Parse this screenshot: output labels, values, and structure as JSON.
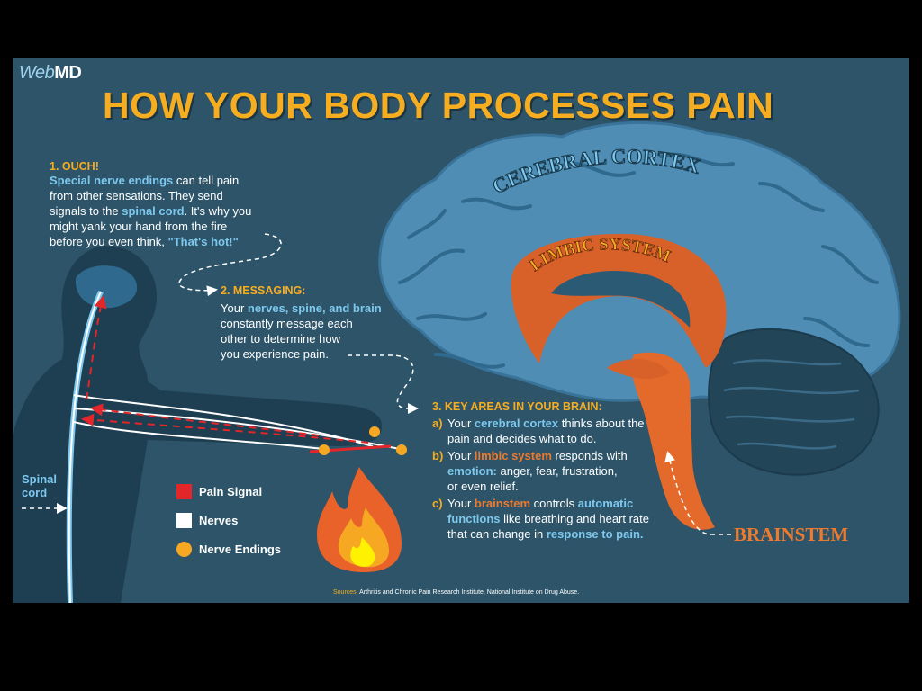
{
  "brand": {
    "logo_web": "Web",
    "logo_md": "MD"
  },
  "title": "HOW YOUR BODY PROCESSES PAIN",
  "diagram_labels": {
    "cerebral_cortex": "CEREBRAL CORTEX",
    "limbic_system": "LIMBIC SYSTEM",
    "brainstem": "BRAINSTEM",
    "spinal_cord": "Spinal cord"
  },
  "step1": {
    "heading": "1. OUCH!",
    "line1_hl": "Special nerve endings",
    "line1_rest": " can tell pain",
    "line2": "from other sensations. They send",
    "line3_pre": "signals to the ",
    "line3_hl": "spinal cord",
    "line3_post": ". It's why you",
    "line4": "might yank your hand from the fire",
    "line5_pre": "before you even think, ",
    "line5_hl": "\"That's hot!\""
  },
  "step2": {
    "heading": "2. MESSAGING:",
    "line1_pre": "Your ",
    "line1_hl": "nerves, spine, and brain",
    "line2": "constantly message each",
    "line3": "other to determine how",
    "line4": "you experience pain."
  },
  "step3": {
    "heading": "3. KEY AREAS IN YOUR BRAIN:",
    "a": {
      "letter": "a)",
      "pre": "Your ",
      "hl": "cerebral cortex",
      "post": " thinks about the",
      "line2": "pain and decides what to do."
    },
    "b": {
      "letter": "b)",
      "pre": "Your ",
      "hl": "limbic system",
      "post": " responds with",
      "line2_hl": "emotion:",
      "line2_rest": " anger, fear, frustration,",
      "line3": "or even relief."
    },
    "c": {
      "letter": "c)",
      "pre": "Your ",
      "hl": "brainstem",
      "mid": " controls ",
      "hl2": "automatic",
      "line2_hl": "functions",
      "line2_rest": " like breathing and heart rate",
      "line3_pre": "that can change in ",
      "line3_hl": "response to pain."
    }
  },
  "legend": [
    {
      "label": "Pain Signal",
      "color": "#e2262a"
    },
    {
      "label": "Nerves",
      "color": "#ffffff"
    },
    {
      "label": "Nerve Endings",
      "color": "#f6a823"
    }
  ],
  "sources": {
    "label": "Sources:",
    "text": " Arthritis and Chronic Pain Research Institute, National Institute on Drug Abuse."
  },
  "colors": {
    "background": "#2d5468",
    "title": "#f6ad1f",
    "highlight_blue": "#7dc8ee",
    "highlight_orange": "#ee7a2e",
    "brain": "#4f8db4",
    "limbic": "#d8612a",
    "cerebellum": "#224558"
  },
  "icons": [
    "fire-icon",
    "brain-illustration",
    "human-silhouette"
  ]
}
